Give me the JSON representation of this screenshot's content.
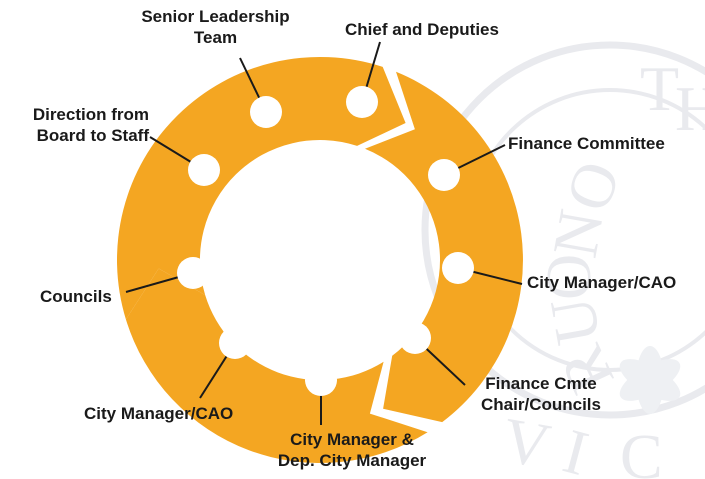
{
  "diagram": {
    "ring_color": "#f4a622",
    "dot_color": "#ffffff",
    "connector_color": "#1a1a1a",
    "watermark_color": "#e9eaee",
    "watermark_letters": [
      "T",
      "H",
      "O",
      "N",
      "O",
      "U",
      "R",
      "V",
      "I",
      "C"
    ],
    "nodes": [
      {
        "id": "senior",
        "line1": "Senior Leadership",
        "line2": "Team"
      },
      {
        "id": "chief",
        "line1": "Chief and Deputies",
        "line2": ""
      },
      {
        "id": "finance-committee",
        "line1": "Finance Committee",
        "line2": ""
      },
      {
        "id": "city-manager-right",
        "line1": "City Manager/CAO",
        "line2": ""
      },
      {
        "id": "finance-chair",
        "line1": "Finance Cmte",
        "line2": "Chair/Councils"
      },
      {
        "id": "city-manager-dep",
        "line1": "City Manager &",
        "line2": "Dep. City Manager"
      },
      {
        "id": "city-manager-left",
        "line1": "City Manager/CAO",
        "line2": ""
      },
      {
        "id": "councils",
        "line1": "Councils",
        "line2": ""
      },
      {
        "id": "direction",
        "line1": "Direction from",
        "line2": "Board to Staff"
      }
    ]
  }
}
